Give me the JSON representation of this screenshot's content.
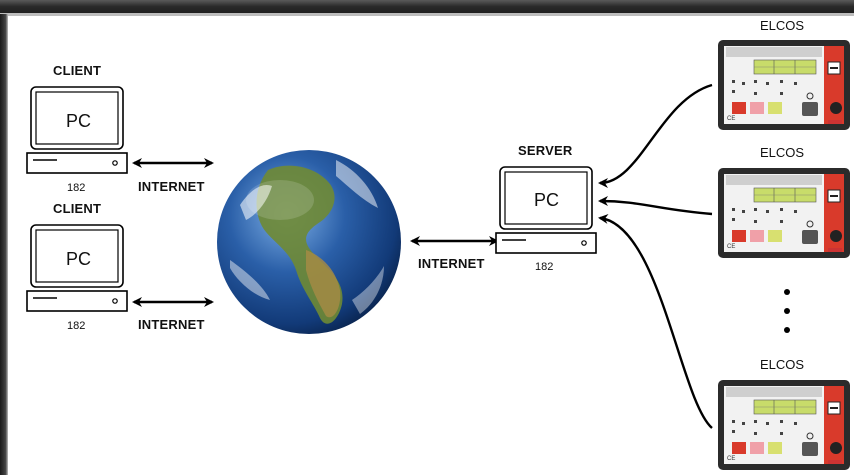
{
  "clients": [
    {
      "title": "CLIENT",
      "screen_text": "PC",
      "number": "182",
      "link_label": "INTERNET"
    },
    {
      "title": "CLIENT",
      "screen_text": "PC",
      "number": "182",
      "link_label": "INTERNET"
    }
  ],
  "server": {
    "title": "SERVER",
    "screen_text": "PC",
    "number": "182",
    "link_label": "INTERNET"
  },
  "devices": [
    {
      "label": "ELCOS"
    },
    {
      "label": "ELCOS"
    },
    {
      "label": "ELCOS"
    }
  ],
  "colors": {
    "device_accent": "#d93a2b",
    "lcd": "#c8dc6a",
    "ocean": "#2a5fa8",
    "land": "#5e7a2e"
  }
}
